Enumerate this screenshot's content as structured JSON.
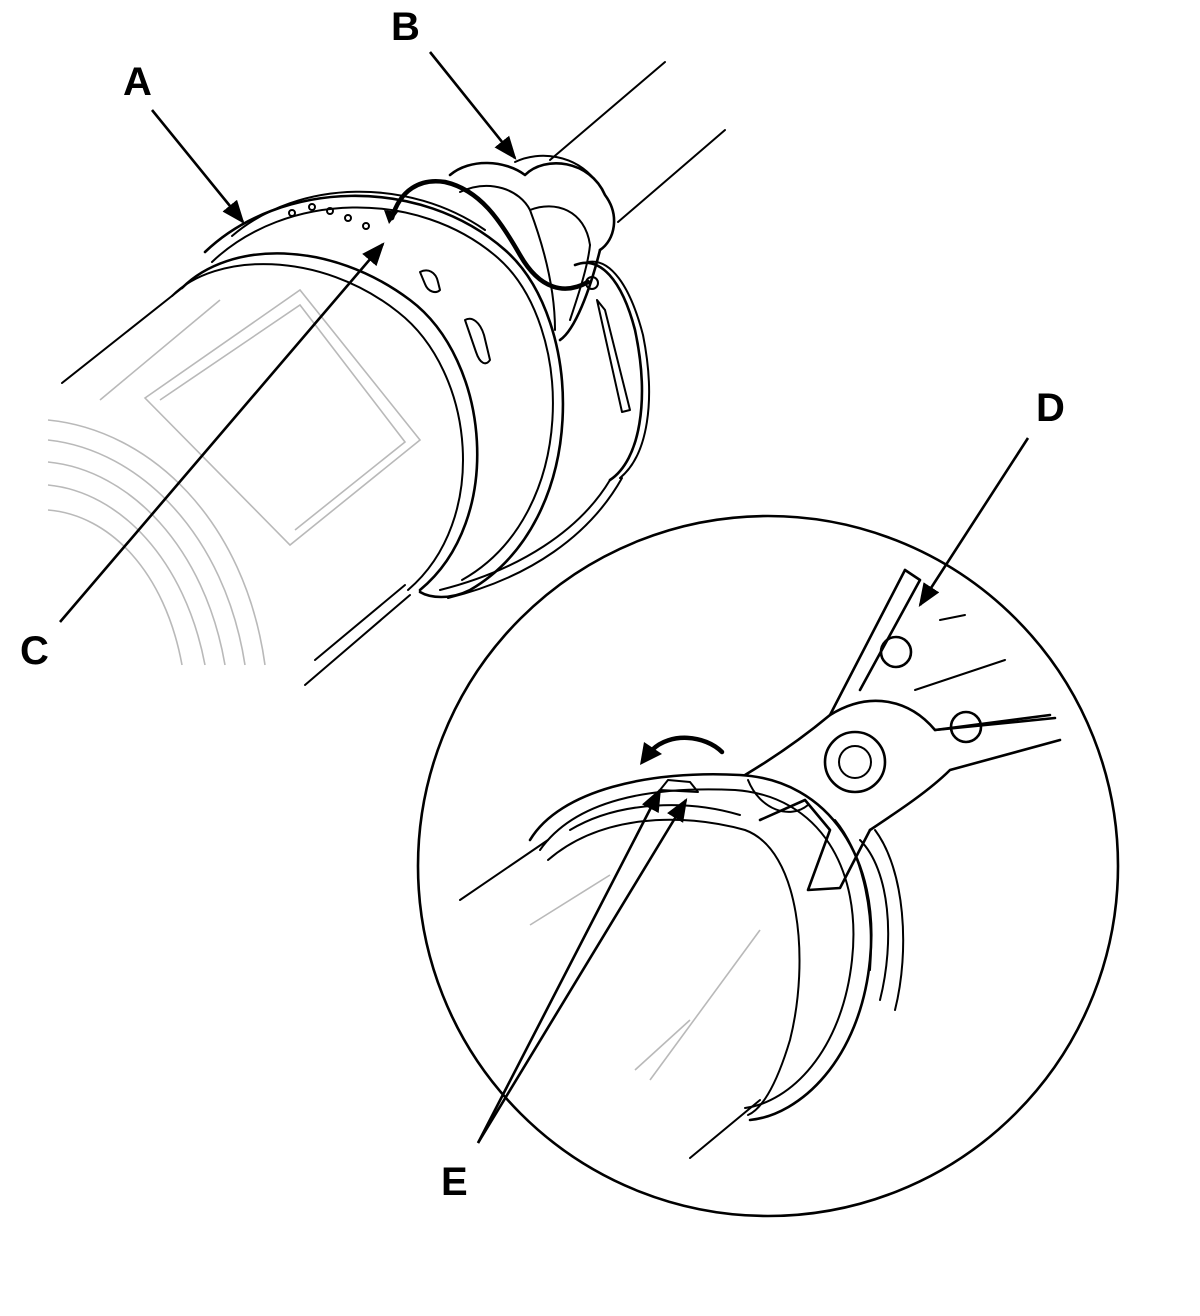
{
  "figure": {
    "labels": {
      "A": "A",
      "B": "B",
      "C": "C",
      "D": "D",
      "E": "E"
    }
  }
}
